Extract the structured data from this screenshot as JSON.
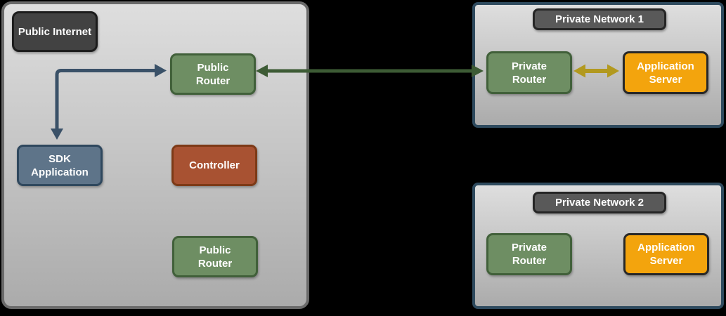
{
  "colors": {
    "background": "#000000",
    "container_fill_top": "#dedede",
    "container_fill_bottom": "#ababab",
    "public_container_border": "#6a6a6a",
    "private_container_border": "#2e4a5e",
    "dark_badge_fill": "#424242",
    "title_badge_fill": "#595959",
    "router_green_fill": "#6e8e63",
    "router_green_border": "#41603a",
    "sdk_blue_fill": "#5e7489",
    "sdk_blue_border": "#2f485e",
    "controller_red_fill": "#a85232",
    "controller_red_border": "#7d3a17",
    "server_orange_fill": "#f3a40d",
    "server_orange_border": "#282828",
    "arrow_navy": "#3a5168",
    "arrow_green": "#3d5b35",
    "arrow_gold": "#b2991f",
    "text": "#ffffff"
  },
  "public_internet": {
    "label": "Public Internet",
    "public_router_top": "Public Router",
    "sdk_application": "SDK Application",
    "controller": "Controller",
    "public_router_bottom": "Public Router"
  },
  "private_network_1": {
    "title": "Private Network 1",
    "private_router": "Private Router",
    "application_server": "Application Server"
  },
  "private_network_2": {
    "title": "Private Network 2",
    "private_router": "Private Router",
    "application_server": "Application Server"
  },
  "connections": [
    {
      "from": "SDK Application",
      "to": "Public Router",
      "direction": "bidirectional",
      "color": "#3a5168"
    },
    {
      "from": "Public Router",
      "to": "Private Network 1 / Private Router",
      "direction": "bidirectional",
      "color": "#3d5b35"
    },
    {
      "from": "Private Router",
      "to": "Application Server",
      "direction": "bidirectional",
      "color": "#b2991f"
    }
  ]
}
